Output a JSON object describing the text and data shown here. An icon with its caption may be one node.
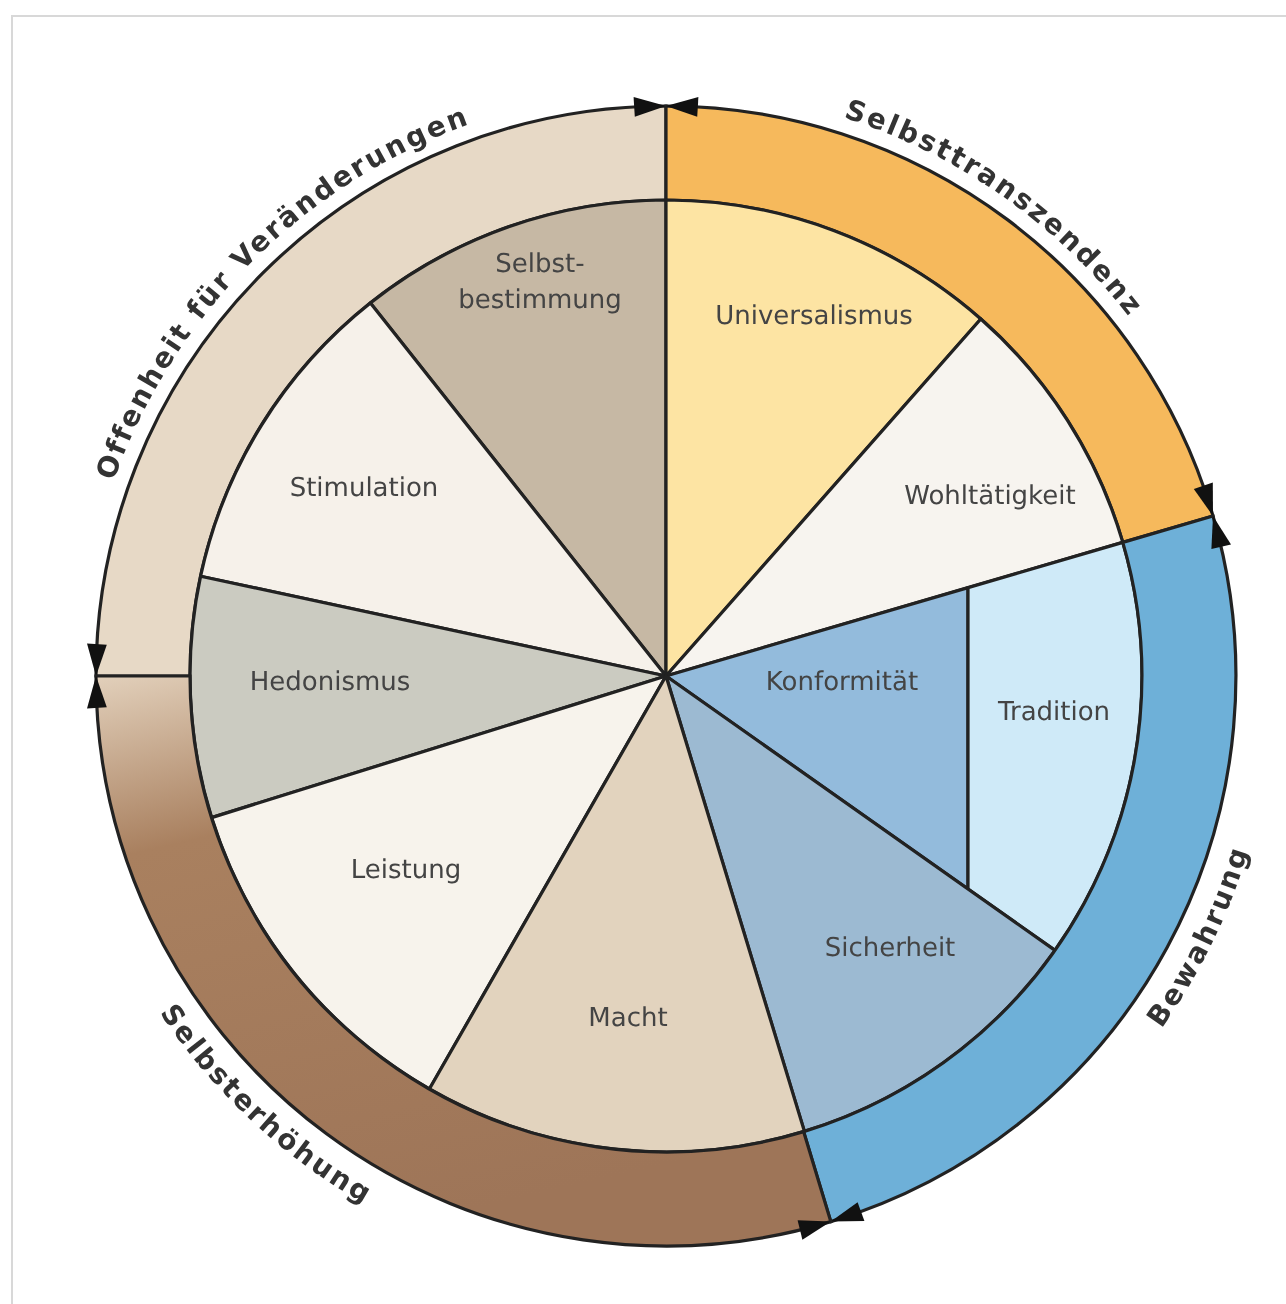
{
  "diagram": {
    "nodes": [
      {
        "text": [
          "Offenheit für Veränderungen"
        ]
      },
      {
        "text": [
          "Selbsttranszendenz"
        ]
      },
      {
        "text": [
          "Selbst- bestimmung"
        ]
      },
      {
        "text": [
          "Universalismus"
        ]
      },
      {
        "text": [
          "Stimulation"
        ]
      },
      {
        "text": [
          "Wohltätigkeit"
        ]
      },
      {
        "text": [
          "Hedonismus"
        ]
      },
      {
        "text": [
          "Konformität"
        ]
      },
      {
        "text": [
          "Tradition"
        ]
      },
      {
        "text": [
          "Leistung"
        ]
      },
      {
        "text": [
          "Sicherheit"
        ]
      },
      {
        "text": [
          "Macht"
        ]
      },
      {
        "text": [
          "Bewahrung"
        ]
      },
      {
        "text": [
          "Selbsterhöhung"
        ]
      }
    ]
  }
}
